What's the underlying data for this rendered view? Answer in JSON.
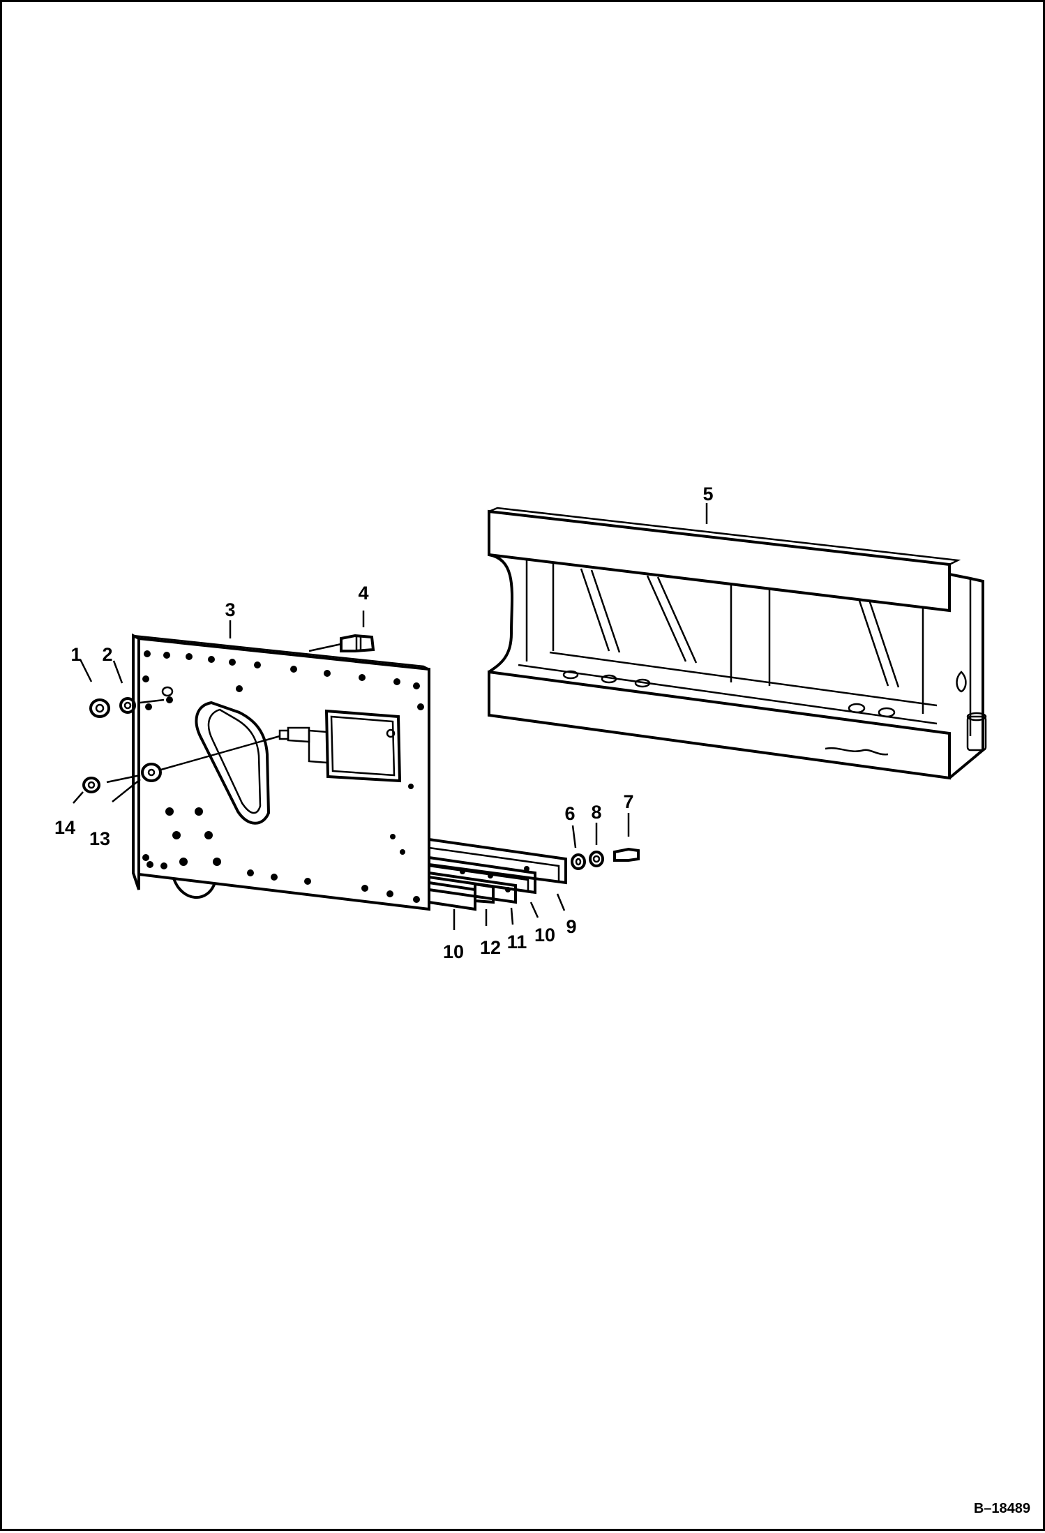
{
  "drawing": {
    "reference": "B–18489",
    "callouts": [
      "1",
      "2",
      "3",
      "4",
      "5",
      "6",
      "7",
      "8",
      "9",
      "10",
      "10",
      "11",
      "12",
      "13",
      "14"
    ]
  }
}
